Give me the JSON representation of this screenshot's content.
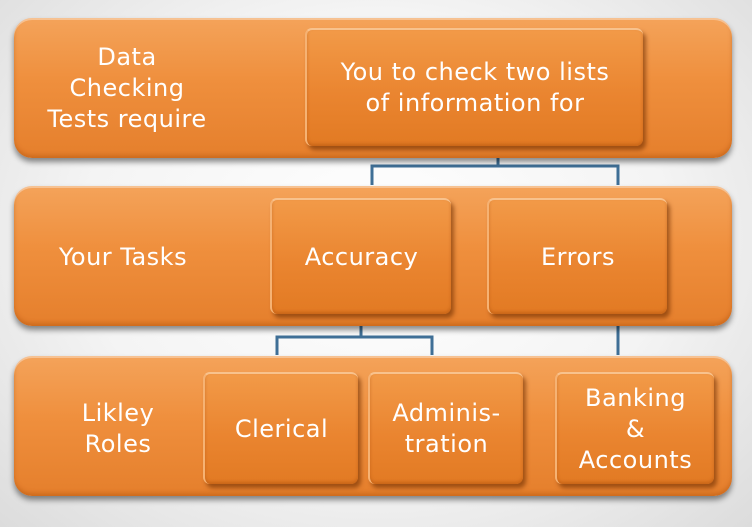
{
  "rows": {
    "top": {
      "label": "Data\nChecking\nTests require",
      "box": "You to check two lists\nof information for"
    },
    "middle": {
      "label": "Your Tasks",
      "boxes": [
        "Accuracy",
        "Errors"
      ]
    },
    "bottom": {
      "label": "Likley\nRoles",
      "boxes": [
        "Clerical",
        "Adminis-\ntration",
        "Banking\n&\nAccounts"
      ]
    }
  },
  "colors": {
    "band": "#ef8f3d",
    "box": "#ea8530",
    "connector": "#3f6f96",
    "text": "#ffffff"
  }
}
